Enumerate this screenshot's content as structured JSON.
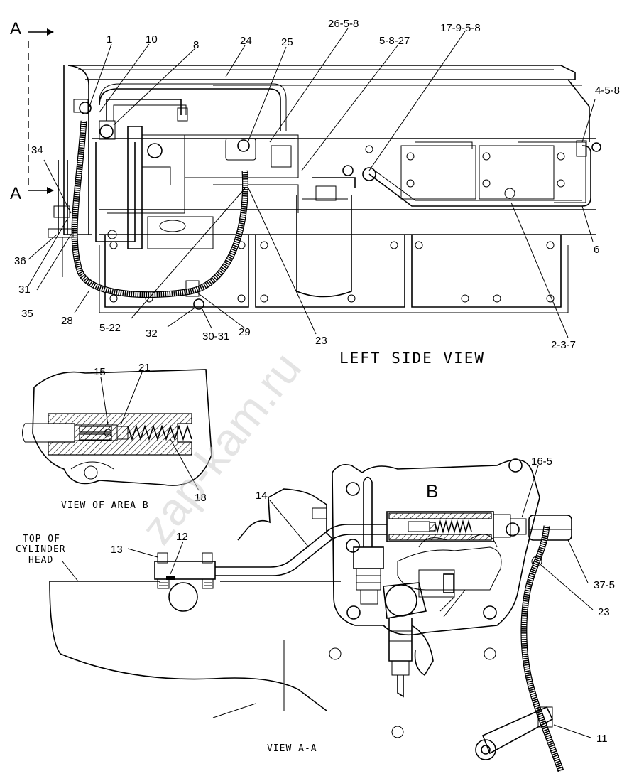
{
  "views": {
    "left_side_title": "LEFT SIDE VIEW",
    "area_b_title": "VIEW OF AREA B",
    "aa_title": "VIEW A-A",
    "top_of_cylinder_head": [
      "TOP OF",
      "CYLINDER",
      "HEAD"
    ],
    "section_marker_top": "A",
    "section_marker_bottom": "A",
    "area_marker": "B"
  },
  "callouts_left_side": [
    {
      "id": "c1",
      "text": "1"
    },
    {
      "id": "c10",
      "text": "10"
    },
    {
      "id": "c8",
      "text": "8"
    },
    {
      "id": "c24",
      "text": "24"
    },
    {
      "id": "c25",
      "text": "25"
    },
    {
      "id": "c26",
      "text": "26-5-8"
    },
    {
      "id": "c5827",
      "text": "5-8-27"
    },
    {
      "id": "c17",
      "text": "17-9-5-8"
    },
    {
      "id": "c458",
      "text": "4-5-8"
    },
    {
      "id": "c34",
      "text": "34"
    },
    {
      "id": "c36",
      "text": "36"
    },
    {
      "id": "c31",
      "text": "31"
    },
    {
      "id": "c35",
      "text": "35"
    },
    {
      "id": "c28",
      "text": "28"
    },
    {
      "id": "c522",
      "text": "5-22"
    },
    {
      "id": "c32",
      "text": "32"
    },
    {
      "id": "c3031",
      "text": "30-31"
    },
    {
      "id": "c29",
      "text": "29"
    },
    {
      "id": "c23a",
      "text": "23"
    },
    {
      "id": "c237",
      "text": "2-3-7"
    },
    {
      "id": "c6",
      "text": "6"
    }
  ],
  "callouts_area_b": [
    {
      "id": "c15",
      "text": "15"
    },
    {
      "id": "c21",
      "text": "21"
    },
    {
      "id": "c18",
      "text": "18"
    }
  ],
  "callouts_view_aa": [
    {
      "id": "c14",
      "text": "14"
    },
    {
      "id": "c13",
      "text": "13"
    },
    {
      "id": "c12",
      "text": "12"
    },
    {
      "id": "c165",
      "text": "16-5"
    },
    {
      "id": "c375",
      "text": "37-5"
    },
    {
      "id": "c23b",
      "text": "23"
    },
    {
      "id": "c11",
      "text": "11"
    }
  ],
  "watermark": "zap-kam.ru"
}
